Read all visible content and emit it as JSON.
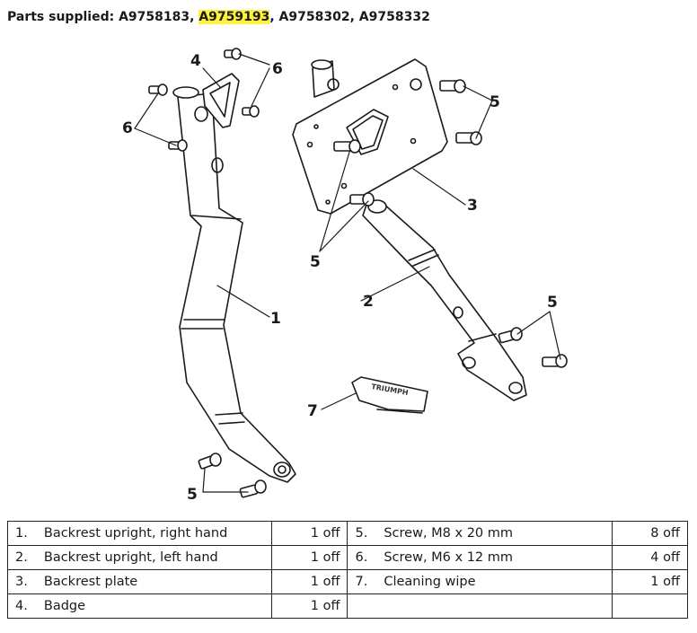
{
  "header": {
    "prefix": "Parts supplied: ",
    "codes": [
      "A9758183",
      "A9759193",
      "A9758302",
      "A9758332"
    ],
    "highlighted_index": 1
  },
  "callouts": {
    "c1": "1",
    "c2": "2",
    "c3": "3",
    "c4": "4",
    "c5a": "5",
    "c5b": "5",
    "c5c": "5",
    "c5d": "5",
    "c6a": "6",
    "c6b": "6",
    "c7": "7"
  },
  "badge_text": "TRIUMPH",
  "parts": [
    {
      "num": "1.",
      "desc": "Backrest upright, right hand",
      "qty": "1 off"
    },
    {
      "num": "2.",
      "desc": "Backrest upright, left hand",
      "qty": "1 off"
    },
    {
      "num": "3.",
      "desc": "Backrest plate",
      "qty": "1 off"
    },
    {
      "num": "4.",
      "desc": "Badge",
      "qty": "1 off"
    },
    {
      "num": "5.",
      "desc": "Screw, M8 x 20 mm",
      "qty": "8 off"
    },
    {
      "num": "6.",
      "desc": "Screw, M6 x 12 mm",
      "qty": "4 off"
    },
    {
      "num": "7.",
      "desc": "Cleaning wipe",
      "qty": "1 off"
    }
  ]
}
